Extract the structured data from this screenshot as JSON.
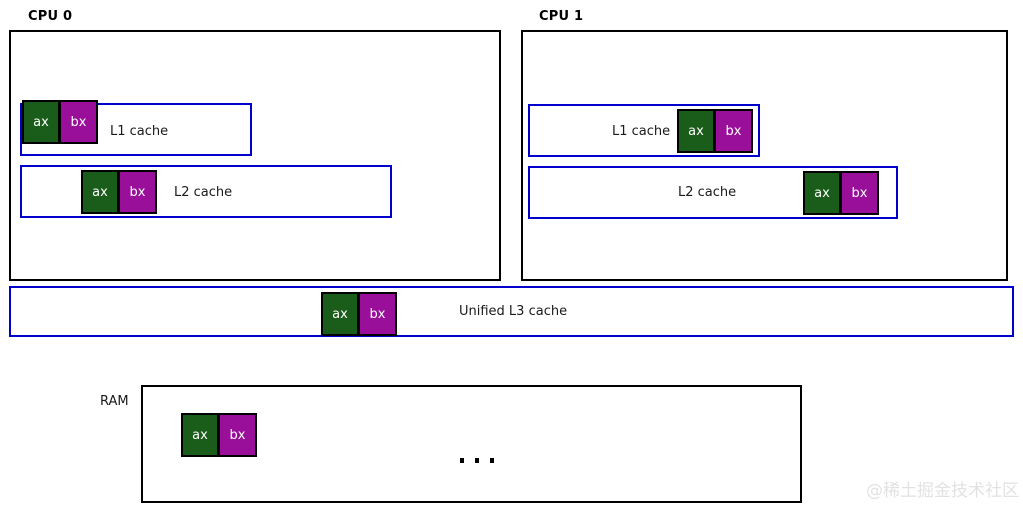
{
  "diagram": {
    "title_cpu0": "CPU 0",
    "title_cpu1": "CPU 1",
    "register_ax": "ax",
    "register_bx": "bx",
    "colors": {
      "register_ax_fill": "#1a5c1a",
      "register_bx_fill": "#9a0f9a",
      "cache_border": "#0000cc",
      "package_border": "#000000",
      "background": "#ffffff",
      "watermark": "#e2e2e2"
    }
  },
  "cpu0": {
    "label": "CPU 0",
    "l1": {
      "label": "L1 cache",
      "registers": [
        "ax",
        "bx"
      ]
    },
    "l2": {
      "label": "L2 cache",
      "registers": [
        "ax",
        "bx"
      ]
    }
  },
  "cpu1": {
    "label": "CPU 1",
    "l1": {
      "label": "L1 cache",
      "registers": [
        "ax",
        "bx"
      ]
    },
    "l2": {
      "label": "L2 cache",
      "registers": [
        "ax",
        "bx"
      ]
    }
  },
  "l3": {
    "label": "Unified L3 cache",
    "registers": [
      "ax",
      "bx"
    ]
  },
  "ram": {
    "label": "RAM",
    "registers": [
      "ax",
      "bx"
    ],
    "ellipsis": "..."
  },
  "watermark": {
    "text": "@稀土掘金技术社区"
  }
}
